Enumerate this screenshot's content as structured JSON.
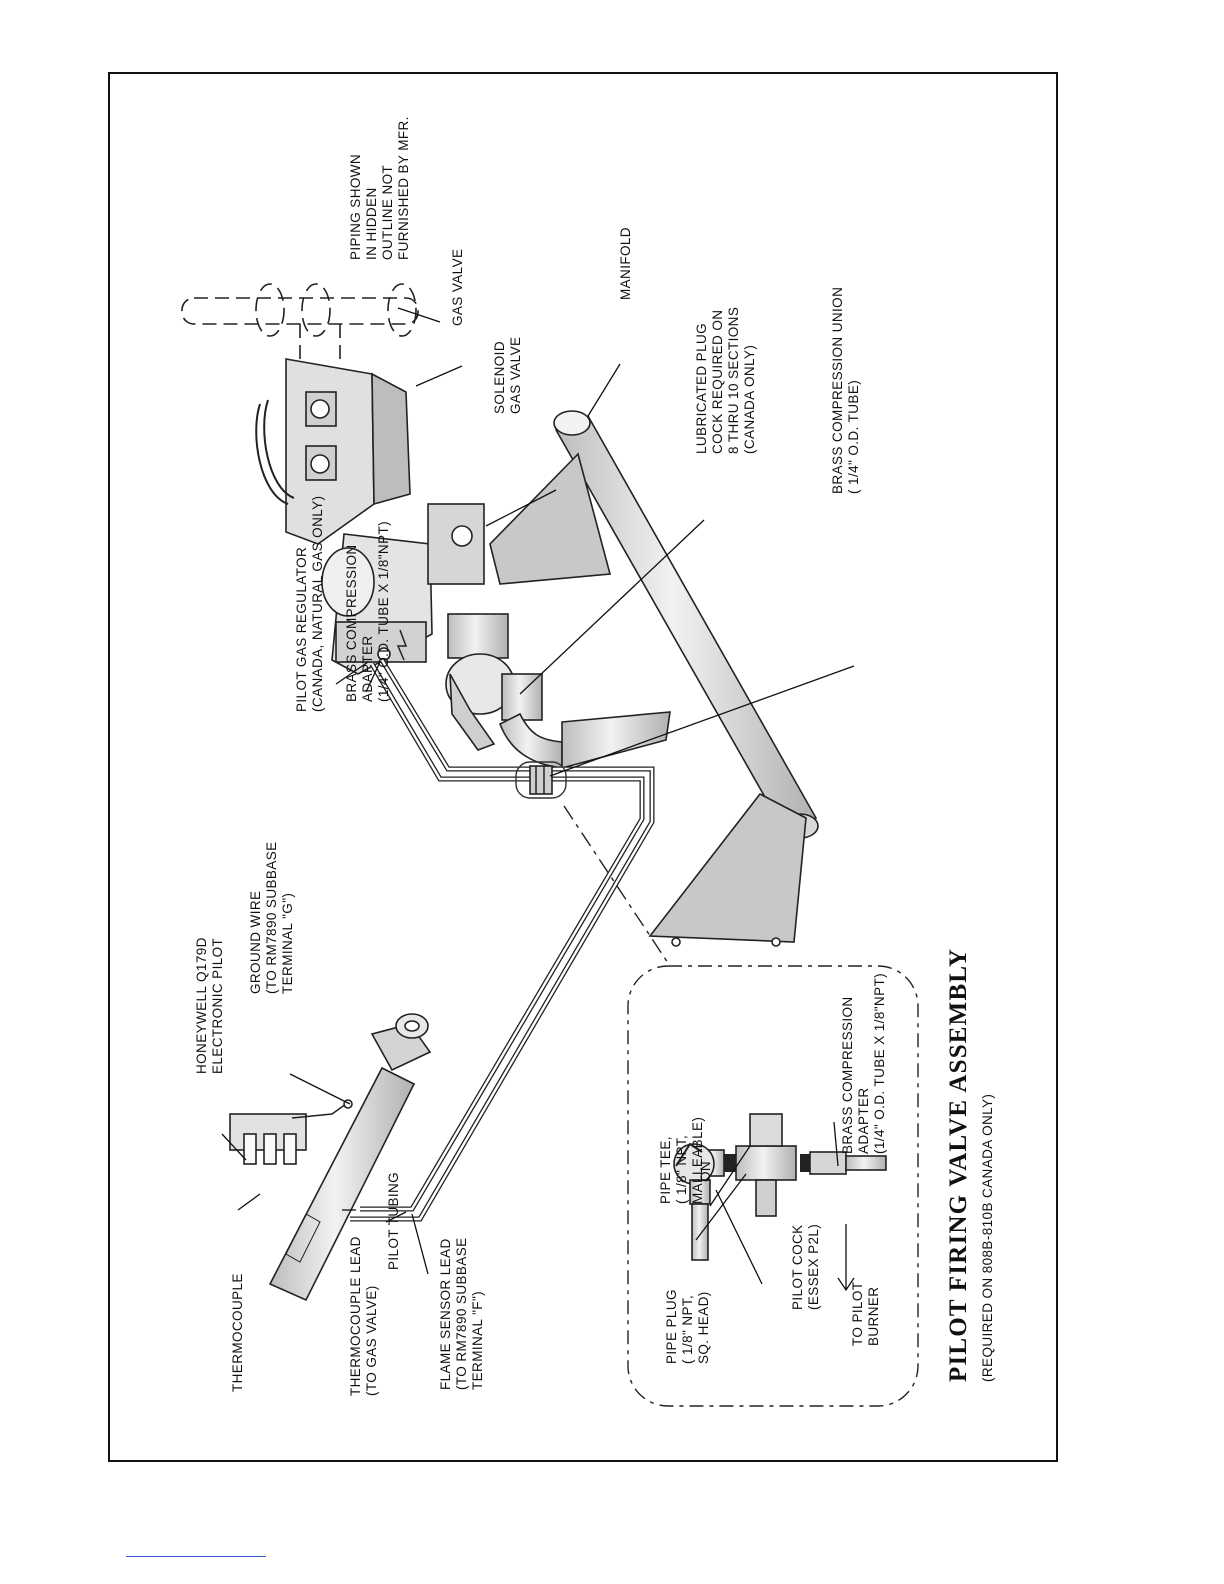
{
  "diagram": {
    "title": "PILOT FIRING VALVE ASSEMBLY",
    "subtitle": "(REQUIRED ON 808B-810B CANADA ONLY)",
    "labels": {
      "piping_note": [
        "PIPING SHOWN",
        "IN HIDDEN",
        "OUTLINE NOT",
        "FURNISHED BY MFR."
      ],
      "gas_valve": [
        "GAS VALVE"
      ],
      "solenoid": [
        "SOLENOID",
        "GAS VALVE"
      ],
      "manifold": [
        "MANIFOLD"
      ],
      "plug_cock": [
        "LUBRICATED PLUG",
        "COCK REQUIRED ON",
        "8 THRU 10 SECTIONS",
        "(CANADA ONLY)"
      ],
      "union": [
        "BRASS COMPRESSION UNION",
        "( 1/4\" O.D. TUBE)"
      ],
      "regulator": [
        "PILOT GAS REGULATOR",
        "(CANADA, NATURAL GAS ONLY)"
      ],
      "adapter_top": [
        "BRASS COMPRESSION",
        "ADAPTER",
        "(1/4\" O.D. TUBE X 1/8\"NPT)"
      ],
      "honeywell": [
        "HONEYWELL Q179D",
        "ELECTRONIC PILOT"
      ],
      "ground_wire": [
        "GROUND WIRE",
        "(TO RM7890 SUBBASE",
        "TERMINAL \"G\")"
      ],
      "thermocouple": [
        "THERMOCOUPLE"
      ],
      "tc_lead": [
        "THERMOCOUPLE LEAD",
        "(TO GAS VALVE)"
      ],
      "pilot_tubing": [
        "PILOT TUBING"
      ],
      "flame_sensor": [
        "FLAME SENSOR LEAD",
        "(TO RM7890 SUBBASE",
        "TERMINAL \"F\")"
      ],
      "pipe_plug": [
        "PIPE PLUG",
        "( 1/8\" NPT,",
        "SQ. HEAD)"
      ],
      "pipe_tee": [
        "PIPE TEE,",
        "( 1/8\" NPT,",
        "MALLEABLE)"
      ],
      "pilot_cock": [
        "PILOT COCK",
        "(ESSEX P2L)"
      ],
      "to_pilot": [
        "TO PILOT",
        "BURNER"
      ],
      "adapter_inset": [
        "BRASS COMPRESSION",
        "ADAPTER",
        "(1/4\" O.D. TUBE X 1/8\"NPT)"
      ],
      "on_mark": "ON"
    },
    "colors": {
      "ink": "#111111",
      "part_fill": "#e6e6e6",
      "bracket_fill": "#c8c8c8",
      "footer_line": "#3355cc"
    }
  }
}
